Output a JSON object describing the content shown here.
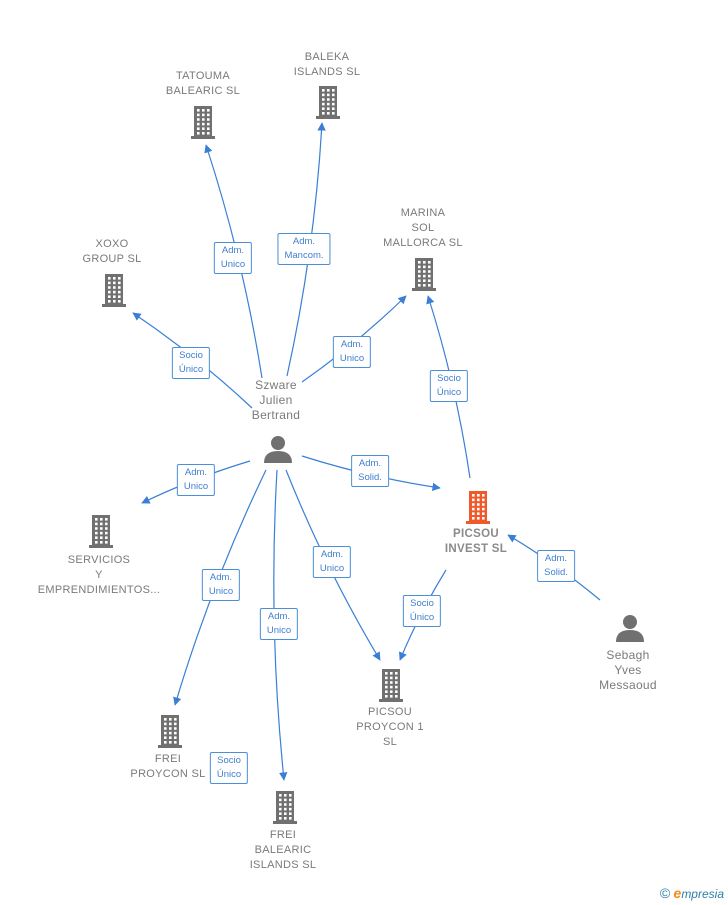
{
  "nodes": [
    {
      "id": "tatouma",
      "type": "company",
      "label": "TATOUMA\nBALEARIC SL"
    },
    {
      "id": "baleka",
      "type": "company",
      "label": "BALEKA\nISLANDS  SL"
    },
    {
      "id": "xoxo",
      "type": "company",
      "label": "XOXO\nGROUP  SL"
    },
    {
      "id": "marina",
      "type": "company",
      "label": "MARINA\nSOL\nMALLORCA  SL"
    },
    {
      "id": "szware",
      "type": "person",
      "label": "Szware\nJulien\nBertrand"
    },
    {
      "id": "servicios",
      "type": "company",
      "label": "SERVICIOS\nY\nEMPRENDIMIENTOS..."
    },
    {
      "id": "picsou",
      "type": "focus",
      "label": "PICSOU\nINVEST  SL"
    },
    {
      "id": "sebagh",
      "type": "person",
      "label": "Sebagh\nYves\nMessaoud"
    },
    {
      "id": "picsou1",
      "type": "company",
      "label": "PICSOU\nPROYCON 1\nSL"
    },
    {
      "id": "frei_proycon",
      "type": "company",
      "label": "FREI\nPROYCON  SL"
    },
    {
      "id": "frei_balearic",
      "type": "company",
      "label": "FREI\nBALEARIC\nISLANDS  SL"
    }
  ],
  "edges": [
    {
      "from": "szware",
      "to": "tatouma",
      "label": "Adm.\nUnico"
    },
    {
      "from": "szware",
      "to": "baleka",
      "label": "Adm.\nMancom."
    },
    {
      "from": "szware",
      "to": "xoxo",
      "label": "Socio\nÚnico"
    },
    {
      "from": "szware",
      "to": "marina",
      "label": "Adm.\nUnico"
    },
    {
      "from": "picsou",
      "to": "marina",
      "label": "Socio\nÚnico"
    },
    {
      "from": "szware",
      "to": "servicios",
      "label": "Adm.\nUnico"
    },
    {
      "from": "szware",
      "to": "picsou",
      "label": "Adm.\nSolid."
    },
    {
      "from": "sebagh",
      "to": "picsou",
      "label": "Adm.\nSolid."
    },
    {
      "from": "szware",
      "to": "picsou1",
      "label": "Adm.\nUnico"
    },
    {
      "from": "picsou",
      "to": "picsou1",
      "label": "Socio\nÚnico"
    },
    {
      "from": "szware",
      "to": "frei_proycon",
      "label": "Adm.\nUnico"
    },
    {
      "from": "szware",
      "to": "frei_balearic",
      "label": "Adm.\nUnico"
    },
    {
      "from": "frei_proycon",
      "to": "frei_balearic",
      "label": "Socio\nÚnico"
    }
  ],
  "colors": {
    "edge": "#3a7fd5",
    "company": "#707070",
    "focus": "#f0592a",
    "person": "#707070"
  },
  "footer": {
    "copyright": "©",
    "brand_initial": "e",
    "brand_rest": "mpresia"
  }
}
